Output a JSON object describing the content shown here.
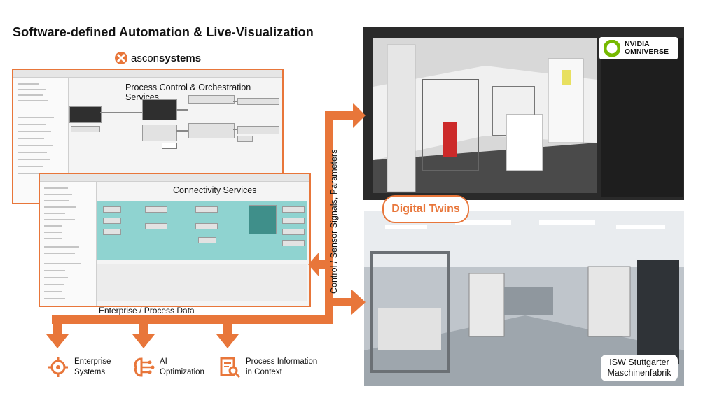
{
  "header": {
    "title": "Software-defined Automation & Live-Visualization"
  },
  "brand": {
    "logo_text_light": "ascon",
    "logo_text_bold": "systems"
  },
  "panels": {
    "process": {
      "title": "Process Control & Orchestration Services"
    },
    "connectivity": {
      "title": "Connectivity Services"
    }
  },
  "flows": {
    "vertical": "Control / Sensor Signals, Parameters",
    "horizontal": "Enterprise / Process Data"
  },
  "digital_twins": {
    "label": "Digital Twins"
  },
  "nvidia": {
    "line1": "NVIDIA",
    "line2": "OMNIVERSE"
  },
  "lab": {
    "line1": "ISW Stuttgarter",
    "line2": "Maschinenfabrik"
  },
  "bottom": [
    {
      "line1": "Enterprise",
      "line2": "Systems",
      "icon": "enterprise-icon"
    },
    {
      "line1": "AI",
      "line2": "Optimization",
      "icon": "ai-icon"
    },
    {
      "line1": "Process Information",
      "line2": "in Context",
      "icon": "process-info-icon"
    }
  ],
  "colors": {
    "accent": "#e8763a",
    "teal": "#8fd3d0"
  }
}
